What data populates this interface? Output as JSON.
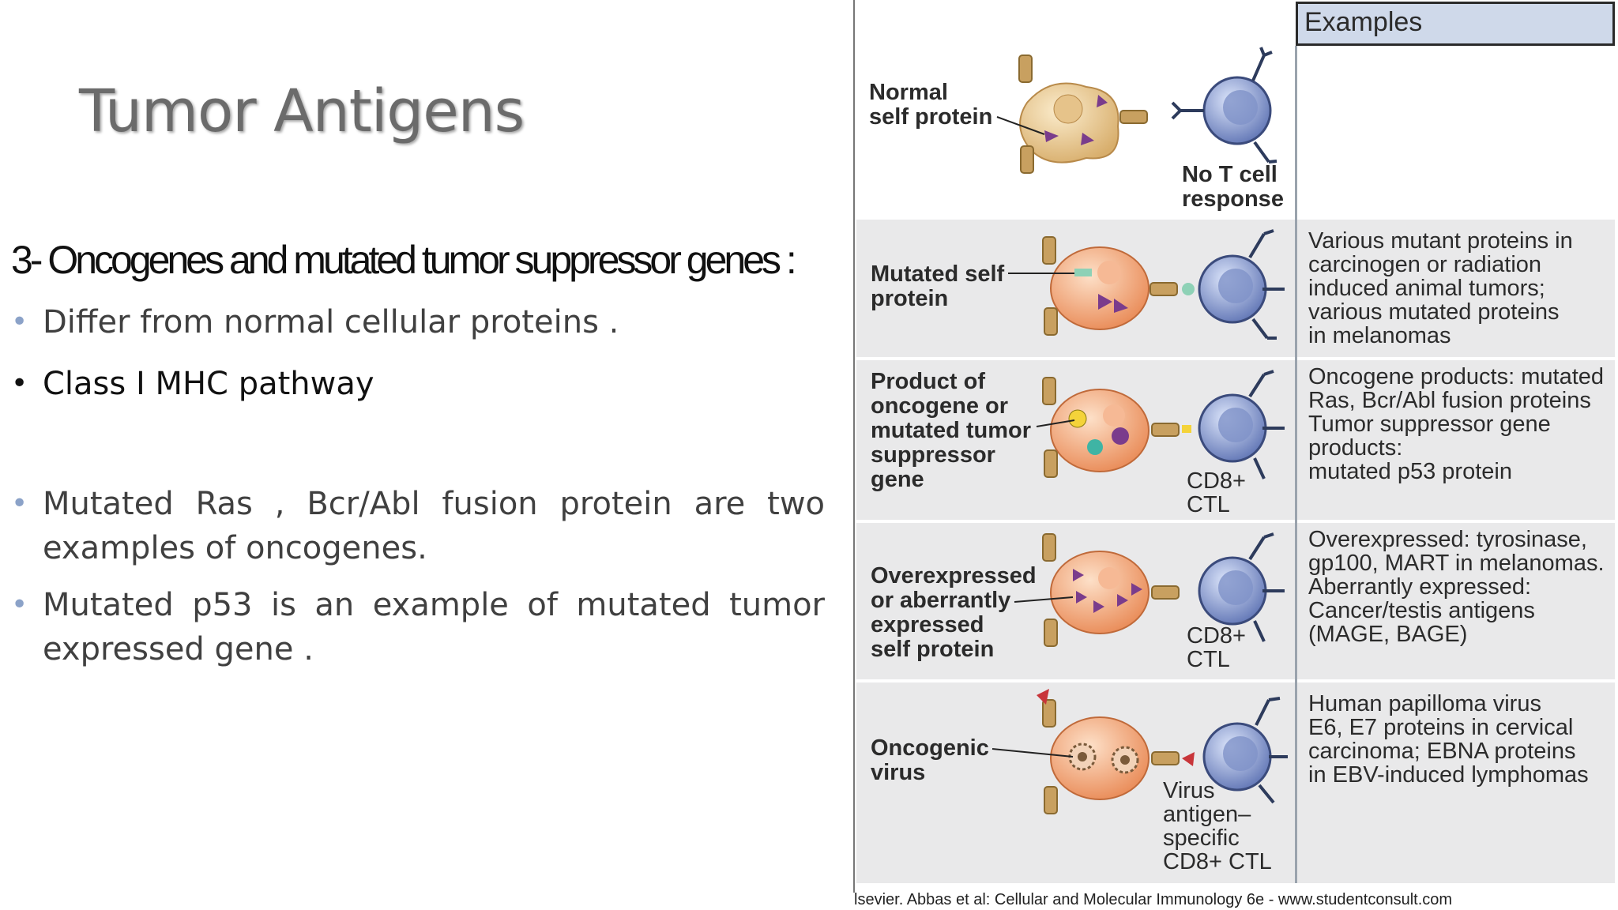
{
  "slide": {
    "title": "Tumor Antigens",
    "heading": "3- Oncogenes and mutated tumor suppressor genes :",
    "bullets": [
      "Differ from normal cellular proteins .",
      "Class I MHC pathway",
      "Mutated Ras , Bcr/Abl fusion protein are two examples of oncogenes.",
      "Mutated p53 is an example of mutated tumor expressed gene ."
    ]
  },
  "figure": {
    "examples_header": "Examples",
    "rows": [
      {
        "label": "Normal\nself protein",
        "tcell_label": "No T cell\nresponse",
        "examples": ""
      },
      {
        "label": "Mutated self\nprotein",
        "tcell_label": "",
        "examples": "Various mutant proteins in\ncarcinogen or radiation\ninduced animal tumors;\nvarious mutated proteins\nin melanomas"
      },
      {
        "label": "Product of\noncogene or\nmutated tumor\nsuppressor\ngene",
        "tcell_label": "CD8+\nCTL",
        "examples": "Oncogene products: mutated\nRas, Bcr/Abl fusion proteins\nTumor suppressor gene\nproducts:\nmutated p53 protein"
      },
      {
        "label": "Overexpressed\nor aberrantly\nexpressed\nself protein",
        "tcell_label": "CD8+\nCTL",
        "examples": "Overexpressed: tyrosinase,\ngp100, MART in melanomas.\nAberrantly expressed:\nCancer/testis antigens\n(MAGE, BAGE)"
      },
      {
        "label": "Oncogenic\nvirus",
        "tcell_label": "Virus\nantigen–\nspecific\nCD8+ CTL",
        "examples": "Human papilloma virus\nE6, E7 proteins in cervical\ncarcinoma; EBNA proteins\nin EBV-induced lymphomas"
      }
    ],
    "credit": "lsevier. Abbas et al: Cellular and Molecular Immunology 6e - www.studentconsult.com"
  },
  "colors": {
    "tumor_cell": "#f2a47a",
    "normal_cell": "#e8c98e",
    "t_cell": "#8fa3d4",
    "receptor": "#2d3b5c",
    "mhc": "#c8a060",
    "antigen": "#7a3c8c",
    "header_fill": "#cfd9ea",
    "bullet_dot": "#8ba2c8"
  }
}
